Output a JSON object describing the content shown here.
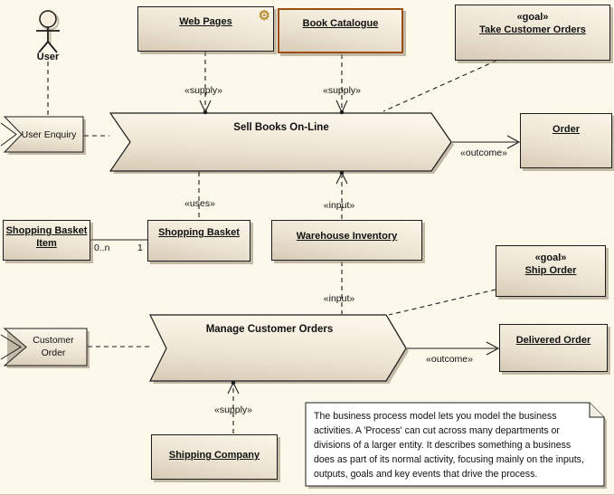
{
  "diagram": {
    "background_color": "#fcf8ea",
    "node_border_color": "#1c1c1c",
    "highlight_border_color": "#9a4f15",
    "shadow_color": "#b6ac96"
  },
  "actor": {
    "label": "User"
  },
  "nodes": {
    "web_pages": {
      "title": "Web Pages",
      "icon": "gear-icon"
    },
    "book_catalogue": {
      "title": "Book Catalogue"
    },
    "take_customer_orders": {
      "stereotype": "«goal»",
      "title": "Take Customer Orders"
    },
    "order": {
      "title": "Order"
    },
    "user_enquiry": {
      "title": "User Enquiry"
    },
    "sell_books_online": {
      "title": "Sell Books On-Line"
    },
    "shopping_basket_item": {
      "title_line1": "Shopping Basket",
      "title_line2": "Item"
    },
    "shopping_basket": {
      "title": "Shopping Basket"
    },
    "warehouse_inventory": {
      "title": "Warehouse Inventory"
    },
    "ship_order": {
      "stereotype": "«goal»",
      "title": "Ship Order"
    },
    "customer_order": {
      "title_line1": "Customer",
      "title_line2": "Order"
    },
    "manage_customer_orders": {
      "title": "Manage Customer Orders"
    },
    "delivered_order": {
      "title": "Delivered Order"
    },
    "shipping_company": {
      "title": "Shipping Company"
    }
  },
  "edge_labels": {
    "supply_web_pages": "«supply»",
    "supply_book_catalogue": "«supply»",
    "uses": "«uses»",
    "input_warehouse_sell": "«input»",
    "input_warehouse_manage": "«input»",
    "outcome_order": "«outcome»",
    "outcome_delivered": "«outcome»",
    "supply_shipping": "«supply»",
    "multiplicity_left": "0..n",
    "multiplicity_right": "1"
  },
  "note": {
    "text": "The business process model lets you model the business activities. A 'Process' can cut across many departments or divisions of a larger entity. It describes something a business does as part of its normal activity, focusing mainly on the inputs, outputs, goals and key events that drive the process."
  }
}
